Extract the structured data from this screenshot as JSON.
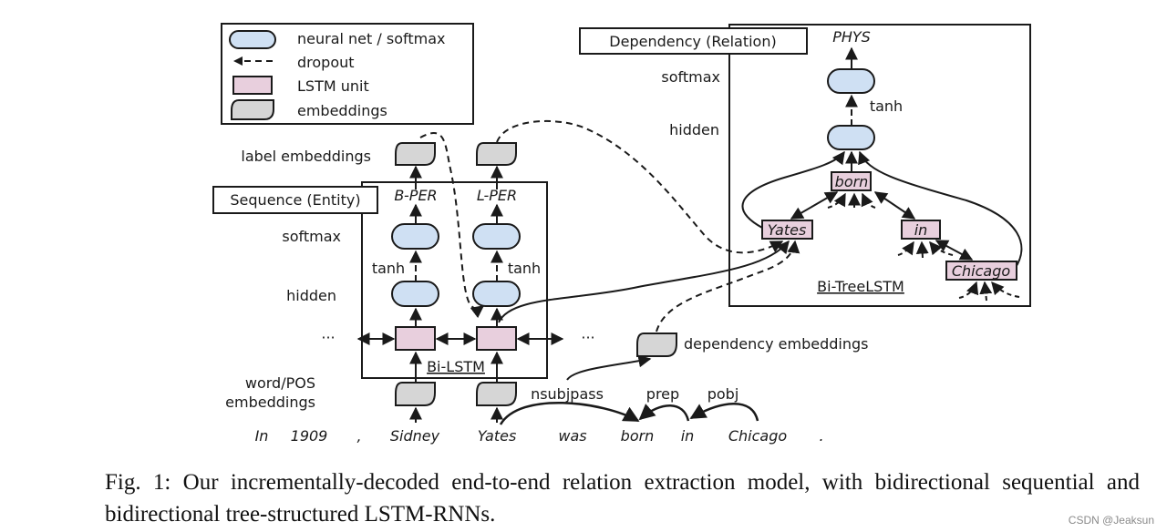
{
  "colors": {
    "neural_net": "#cfe0f3",
    "lstm_unit": "#e8cfdd",
    "embedding": "#d6d6d6",
    "stroke": "#1a1a1a"
  },
  "legend": {
    "items": [
      {
        "icon": "neural-net-shape",
        "label": "neural net / softmax"
      },
      {
        "icon": "dropout-arrow",
        "label": "dropout"
      },
      {
        "icon": "lstm-unit-shape",
        "label": "LSTM unit"
      },
      {
        "icon": "embedding-shape",
        "label": "embeddings"
      }
    ]
  },
  "sequence_panel": {
    "title": "Sequence (Entity)",
    "layer_labels": {
      "label_embeddings": "label embeddings",
      "softmax": "softmax",
      "hidden": "hidden",
      "word_pos_line1": "word/POS",
      "word_pos_line2": "embeddings"
    },
    "outputs": [
      "B-PER",
      "L-PER"
    ],
    "activation": "tanh",
    "ellipsis": "···",
    "module_label": "Bi-LSTM"
  },
  "dependency_panel": {
    "title": "Dependency (Relation)",
    "output": "PHYS",
    "layer_labels": {
      "softmax": "softmax",
      "hidden": "hidden"
    },
    "activation": "tanh",
    "tree_nodes": [
      "born",
      "Yates",
      "in",
      "Chicago"
    ],
    "module_label": "Bi-TreeLSTM"
  },
  "dependency_embeddings_label": "dependency embeddings",
  "sentence": {
    "tokens": [
      "In",
      "1909",
      ",",
      "Sidney",
      "Yates",
      "was",
      "born",
      "in",
      "Chicago",
      "."
    ]
  },
  "dependency_arcs": [
    {
      "label": "nsubjpass",
      "from": "Yates",
      "to": "born"
    },
    {
      "label": "prep",
      "from": "in",
      "to": "born"
    },
    {
      "label": "pobj",
      "from": "Chicago",
      "to": "in"
    }
  ],
  "caption": "Fig. 1: Our incrementally-decoded end-to-end relation extraction model, with bidirectional sequential and bidirectional tree-structured LSTM-RNNs.",
  "watermark": "CSDN @Jeaksun"
}
